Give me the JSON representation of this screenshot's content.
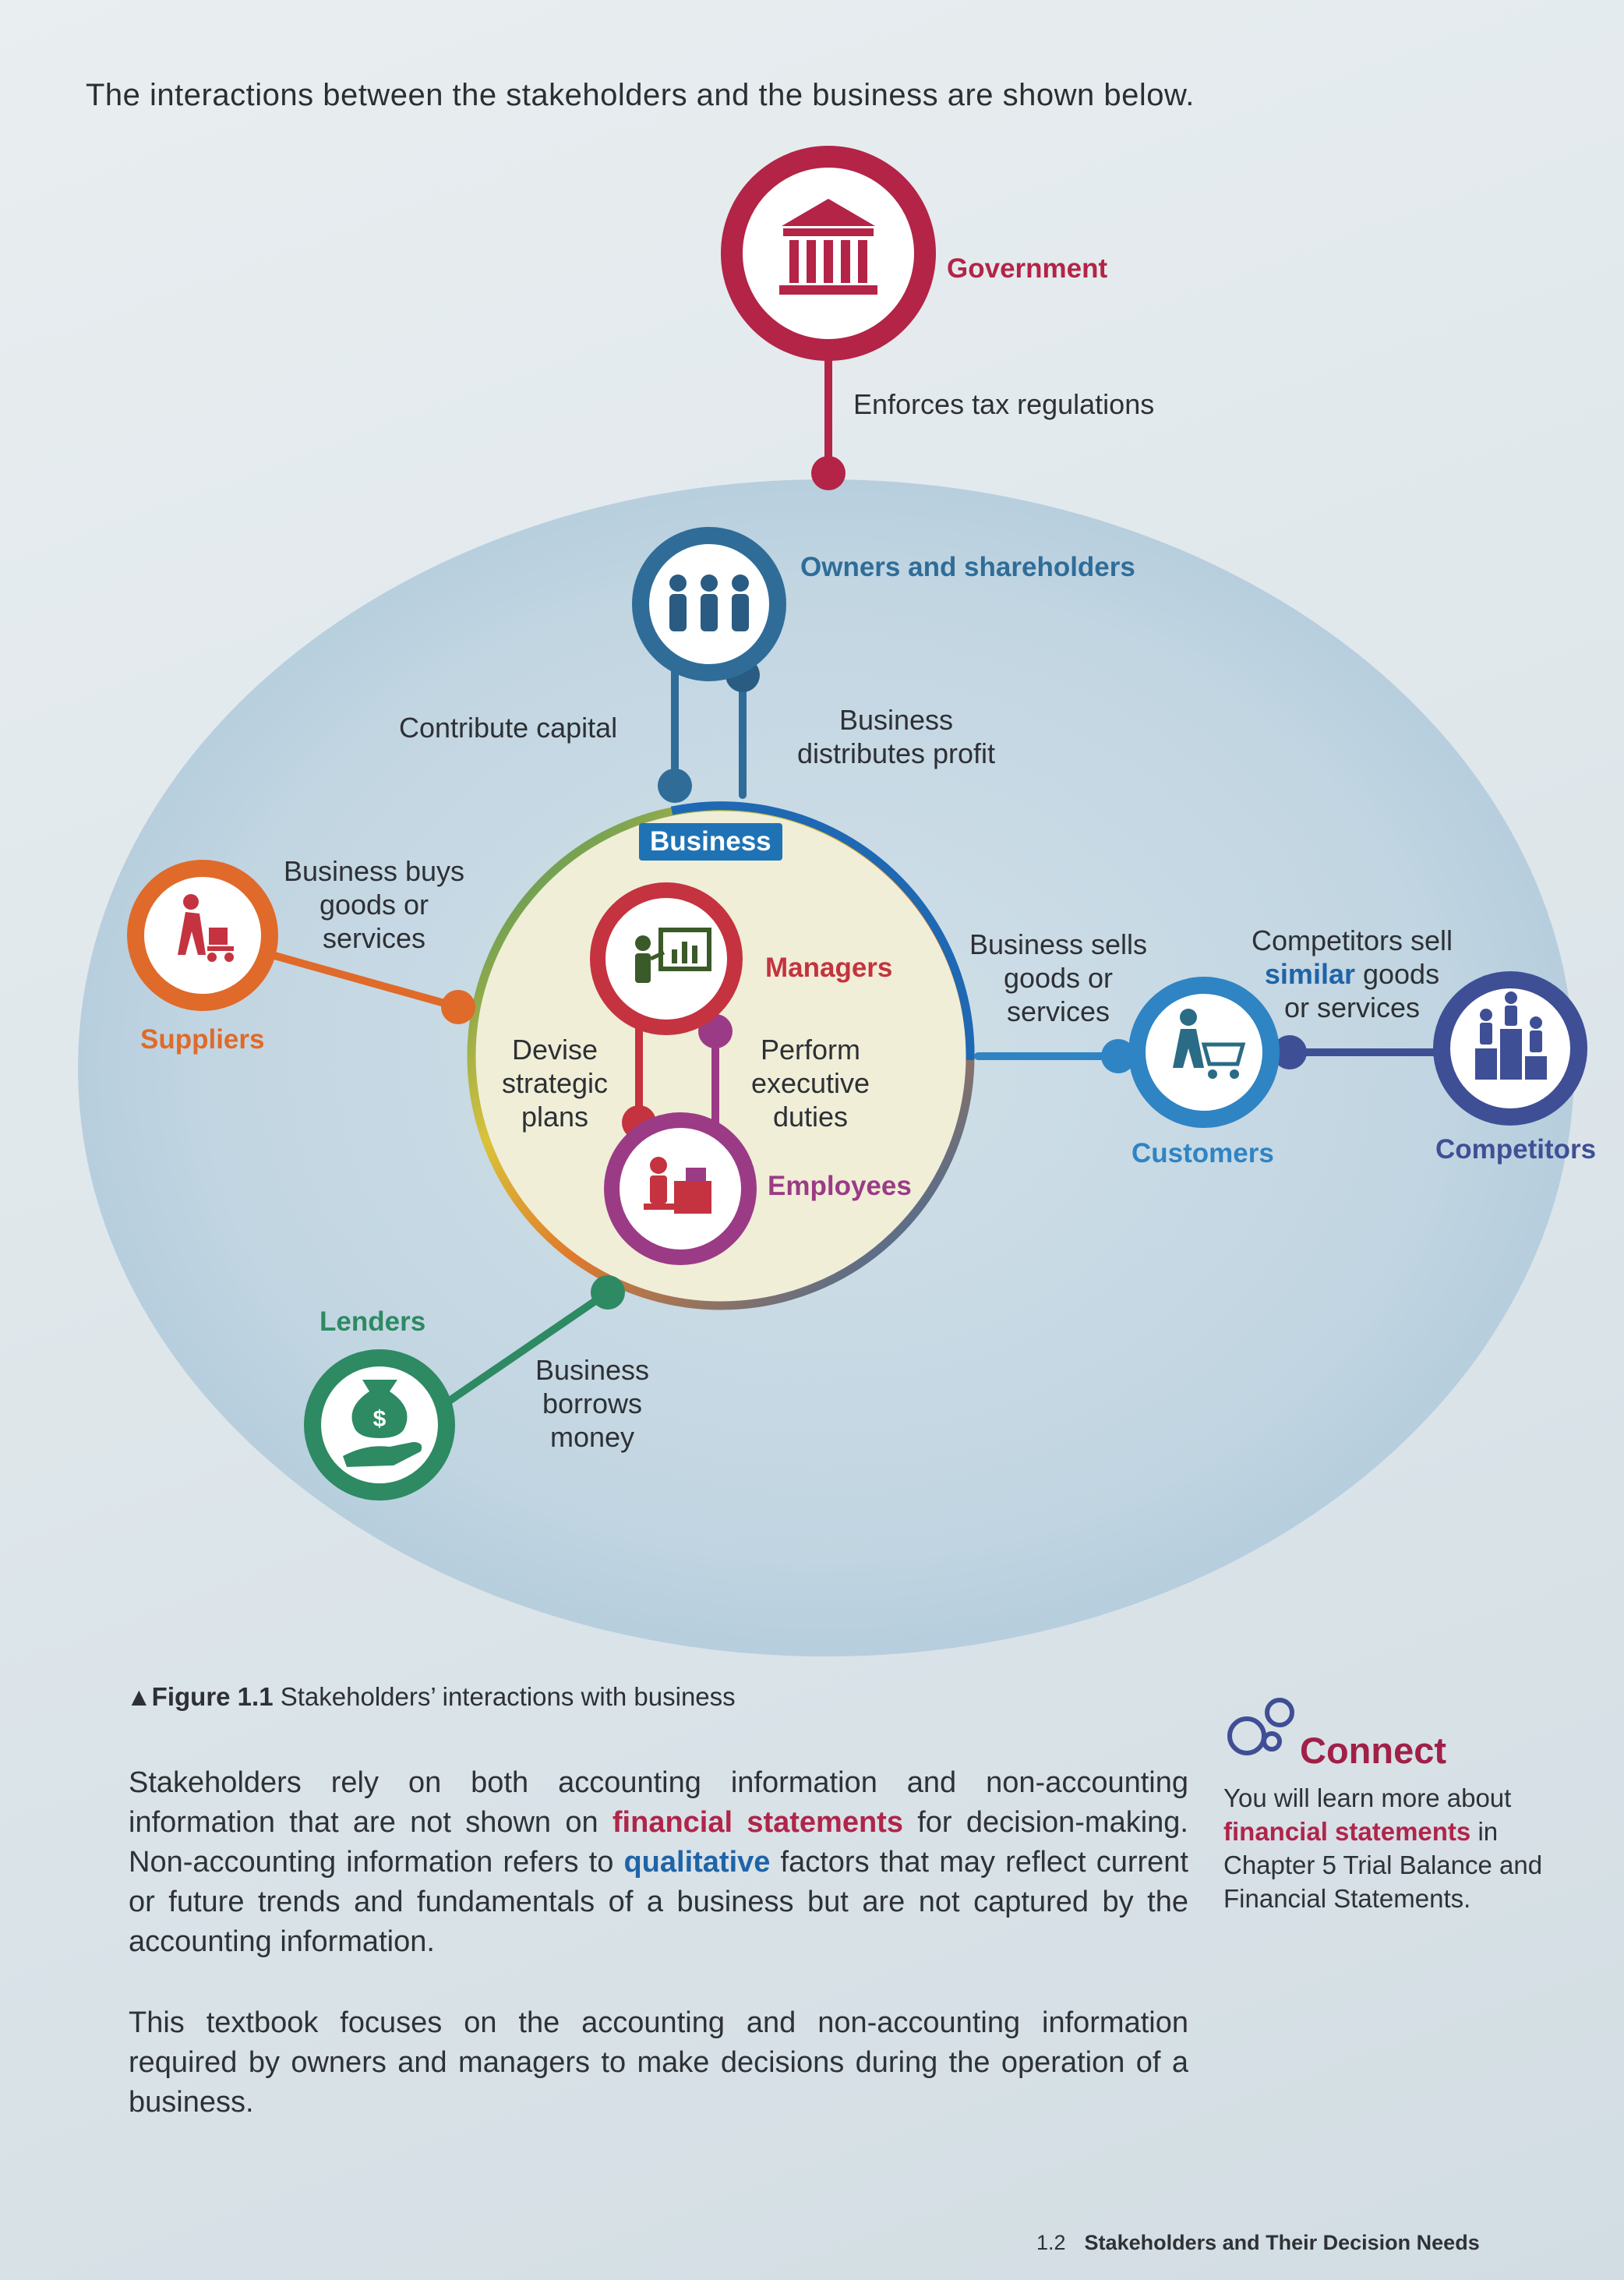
{
  "intro": "The interactions between the stakeholders and the business are shown below.",
  "nodes": {
    "government": "Government",
    "owners": "Owners and shareholders",
    "business": "Business",
    "managers": "Managers",
    "employees": "Employees",
    "suppliers": "Suppliers",
    "customers": "Customers",
    "competitors": "Competitors",
    "lenders": "Lenders"
  },
  "links": {
    "tax": "Enforces tax regulations",
    "capital": "Contribute capital",
    "profit_1": "Business",
    "profit_2": "distributes profit",
    "buys_1": "Business buys",
    "buys_2": "goods or",
    "buys_3": "services",
    "sells_1": "Business sells",
    "sells_2": "goods or",
    "sells_3": "services",
    "comp_1": "Competitors sell",
    "comp_2a": "similar",
    "comp_2b": " goods",
    "comp_3": "or services",
    "devise_1": "Devise",
    "devise_2": "strategic",
    "devise_3": "plans",
    "perform_1": "Perform",
    "perform_2": "executive",
    "perform_3": "duties",
    "borrow_1": "Business",
    "borrow_2": "borrows",
    "borrow_3": "money"
  },
  "caption": {
    "marker": "▲",
    "label": "Figure 1.1",
    "text": " Stakeholders’ interactions with business"
  },
  "para1": {
    "t1": "Stakeholders rely on both accounting information and non-accounting information that are not shown on ",
    "k1": "financial statements",
    "t2": " for decision-making. Non-accounting information refers to ",
    "k2": "qualitative",
    "t3": " factors that may reflect current or future trends and fundamentals of a business but are not captured by the accounting information."
  },
  "para2": "This textbook focuses on the accounting and non-accounting information required by owners and managers to make decisions during the operation of a business.",
  "connect": {
    "title": "Connect",
    "t1": "You will learn more about ",
    "k1": "financial statements",
    "t2": " in Chapter 5 Trial Balance and Financial Statements."
  },
  "footer": {
    "section": "1.2",
    "title": "Stakeholders and Their Decision Needs"
  },
  "colors": {
    "government": "#b32447",
    "owners": "#2f6d98",
    "business_tag": "#1f73b5",
    "managers": "#c4333f",
    "employees": "#9b3b86",
    "suppliers": "#e06a2a",
    "customers": "#2f84c4",
    "competitors": "#3f4f96",
    "lenders": "#2d8a63"
  }
}
